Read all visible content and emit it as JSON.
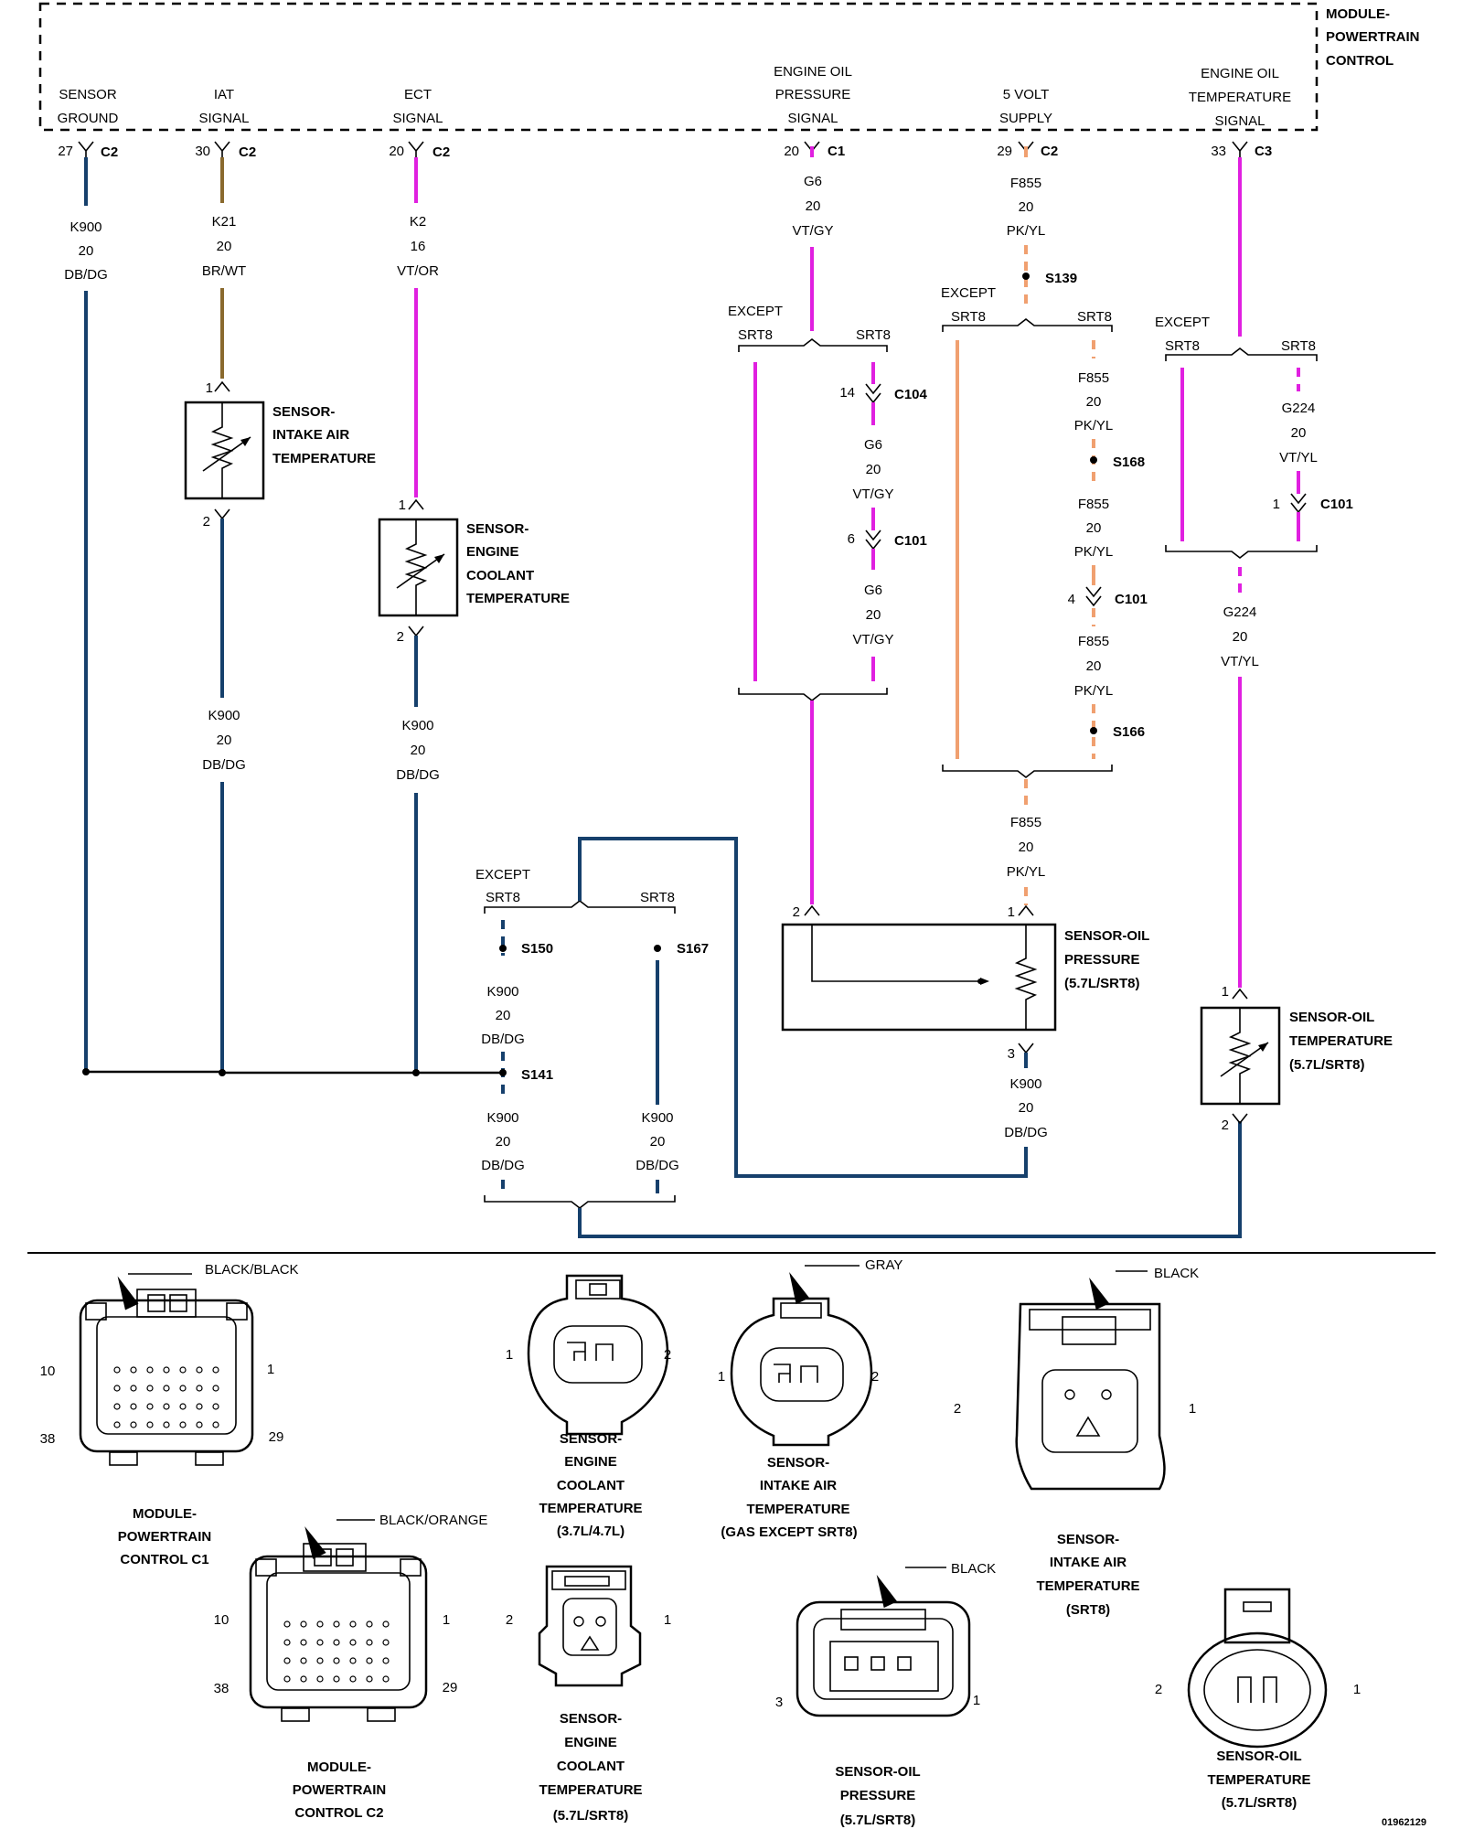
{
  "module": {
    "name": [
      "MODULE-",
      "POWERTRAIN",
      "CONTROL"
    ],
    "pins": [
      {
        "signal": [
          "SENSOR",
          "GROUND"
        ],
        "pin": "27",
        "connector": "C2"
      },
      {
        "signal": [
          "IAT",
          "SIGNAL"
        ],
        "pin": "30",
        "connector": "C2"
      },
      {
        "signal": [
          "ECT",
          "SIGNAL"
        ],
        "pin": "20",
        "connector": "C2"
      },
      {
        "signal": [
          "ENGINE OIL",
          "PRESSURE",
          "SIGNAL"
        ],
        "pin": "20",
        "connector": "C1"
      },
      {
        "signal": [
          "5 VOLT",
          "SUPPLY"
        ],
        "pin": "29",
        "connector": "C2"
      },
      {
        "signal": [
          "ENGINE OIL",
          "TEMPERATURE",
          "SIGNAL"
        ],
        "pin": "33",
        "connector": "C3"
      }
    ]
  },
  "wires": {
    "k900_20_dbdg": [
      "K900",
      "20",
      "DB/DG"
    ],
    "k21": [
      "K21",
      "20",
      "BR/WT"
    ],
    "k2": [
      "K2",
      "16",
      "VT/OR"
    ],
    "g6": [
      "G6",
      "20",
      "VT/GY"
    ],
    "f855": [
      "F855",
      "20",
      "PK/YL"
    ],
    "g224": [
      "G224",
      "20",
      "VT/YL"
    ]
  },
  "variants": {
    "except": "EXCEPT",
    "srt8": "SRT8"
  },
  "splices": [
    "S139",
    "S168",
    "S166",
    "S150",
    "S167",
    "S141"
  ],
  "inline_connectors": [
    {
      "pin": "14",
      "name": "C104"
    },
    {
      "pin": "6",
      "name": "C101"
    },
    {
      "pin": "4",
      "name": "C101"
    },
    {
      "pin": "1",
      "name": "C101"
    }
  ],
  "sensors": {
    "iat": {
      "name": [
        "SENSOR-",
        "INTAKE AIR",
        "TEMPERATURE"
      ],
      "pin_top": "1",
      "pin_bottom": "2"
    },
    "ect": {
      "name": [
        "SENSOR-",
        "ENGINE",
        "COOLANT",
        "TEMPERATURE"
      ],
      "pin_top": "1",
      "pin_bottom": "2"
    },
    "oil_pressure": {
      "name": [
        "SENSOR-OIL",
        "PRESSURE",
        "(5.7L/SRT8)"
      ],
      "pin_left": "2",
      "pin_right": "1",
      "pin_bottom": "3"
    },
    "oil_temp": {
      "name": [
        "SENSOR-OIL",
        "TEMPERATURE",
        "(5.7L/SRT8)"
      ],
      "pin_top": "1",
      "pin_bottom": "2"
    }
  },
  "connector_views": [
    {
      "name": [
        "MODULE-",
        "POWERTRAIN",
        "CONTROL C1"
      ],
      "color": "BLACK/BLACK",
      "pins": [
        "10",
        "1",
        "38",
        "29"
      ]
    },
    {
      "name": [
        "MODULE-",
        "POWERTRAIN",
        "CONTROL C2"
      ],
      "color": "BLACK/ORANGE",
      "pins": [
        "10",
        "1",
        "38",
        "29"
      ]
    },
    {
      "name": [
        "SENSOR-",
        "ENGINE",
        "COOLANT",
        "TEMPERATURE",
        "(3.7L/4.7L)"
      ],
      "pins": [
        "1",
        "2"
      ]
    },
    {
      "name": [
        "SENSOR-",
        "ENGINE",
        "COOLANT",
        "TEMPERATURE",
        "(5.7L/SRT8)"
      ],
      "pins": [
        "2",
        "1"
      ]
    },
    {
      "name": [
        "SENSOR-",
        "INTAKE AIR",
        "TEMPERATURE",
        "(GAS EXCEPT SRT8)"
      ],
      "color": "GRAY",
      "pins": [
        "1",
        "2"
      ]
    },
    {
      "name": [
        "SENSOR-OIL",
        "PRESSURE",
        "(5.7L/SRT8)"
      ],
      "color": "BLACK",
      "pins": [
        "3",
        "1"
      ]
    },
    {
      "name": [
        "SENSOR-",
        "INTAKE AIR",
        "TEMPERATURE",
        "(SRT8)"
      ],
      "color": "BLACK",
      "pins": [
        "2",
        "1"
      ]
    },
    {
      "name": [
        "SENSOR-OIL",
        "TEMPERATURE",
        "(5.7L/SRT8)"
      ],
      "pins": [
        "2",
        "1"
      ]
    }
  ],
  "figure_id": "01962129",
  "wire_colors": {
    "DB/DG": "#16406c",
    "BR/WT": "#8a6a2e",
    "VT": "#e020e0",
    "PK/YL": "#f0a070"
  }
}
